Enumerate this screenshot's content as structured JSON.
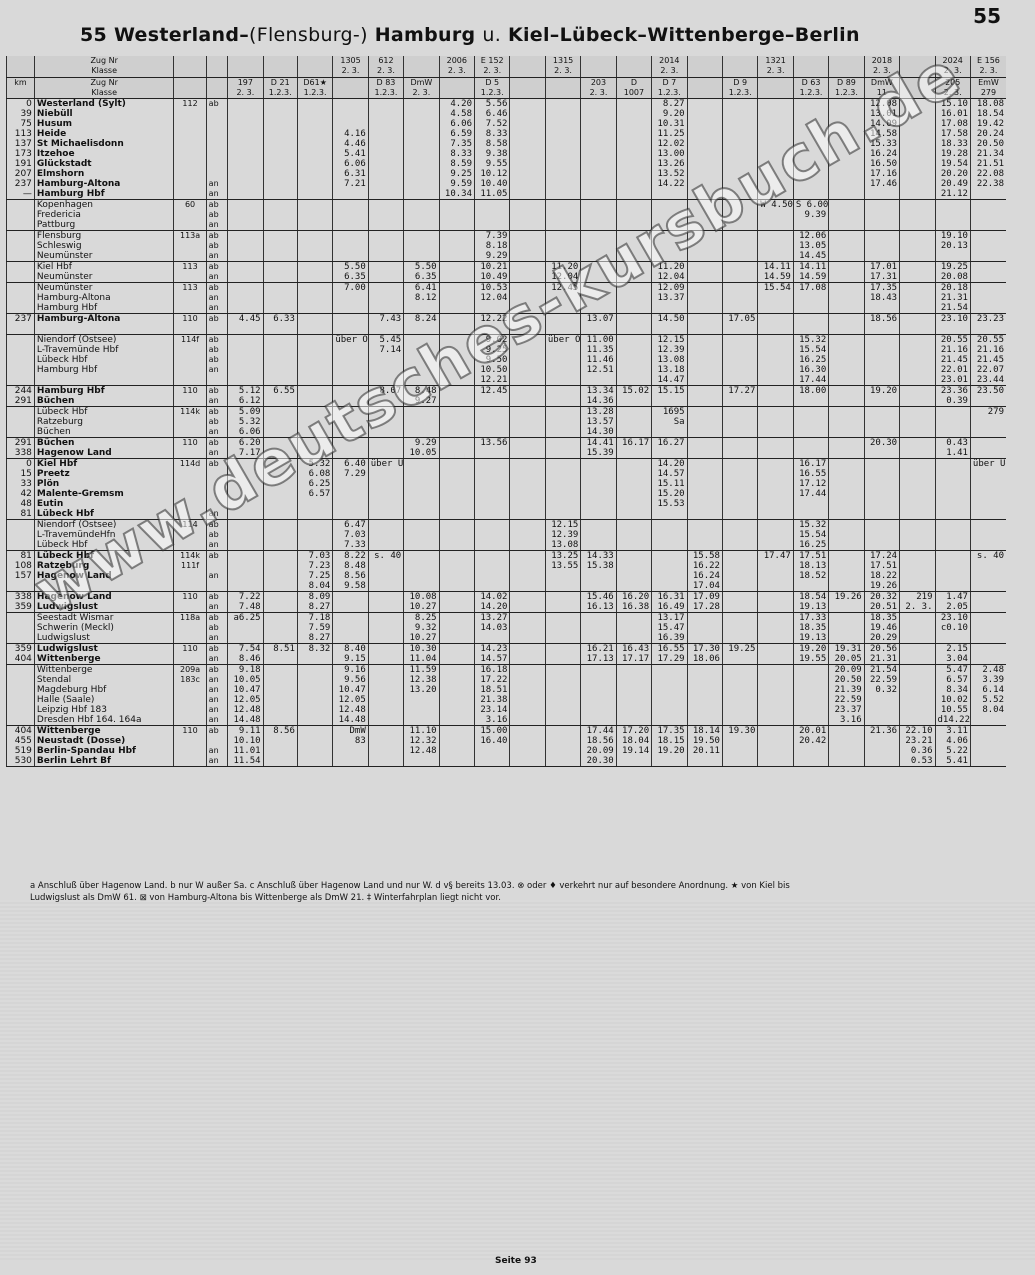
{
  "header": {
    "page_number": "55",
    "title_prefix": "55 Westerland–",
    "title_light": "(Flensburg-)",
    "title_main": "Hamburg",
    "title_conj": "u.",
    "title_rest": "Kiel–Lübeck–Wittenberge–Berlin"
  },
  "timetable": {
    "header_rows": [
      [
        "",
        "Zug Nr\nKlasse",
        "",
        "",
        "",
        "",
        "",
        "1305\n2. 3.",
        "612\n2. 3.",
        "",
        "2006\n2. 3.",
        "E 152\n2. 3.",
        "",
        "1315\n2. 3.",
        "",
        "",
        "2014\n2. 3.",
        "",
        "",
        "1321\n2. 3.",
        "",
        "",
        "2018\n2. 3.",
        "",
        "2024\n2. 3.",
        "E 156\n2. 3."
      ],
      [
        "km",
        "Zug Nr\nKlasse",
        "",
        "",
        "197\n2. 3.",
        "D 21\n1.2.3.",
        "D61★\n1.2.3.",
        "",
        "D 83\n1.2.3.",
        "DmW\n2. 3.",
        "",
        "D 5\n1.2.3.",
        "",
        "",
        "203\n2. 3.",
        "D\n1007",
        "D 7\n1.2.3.",
        "",
        "D 9\n1.2.3.",
        "",
        "D 63\n1.2.3.",
        "D 89\n1.2.3.",
        "DmW\n11",
        "",
        "205\n2. 3.",
        "EmW\n279"
      ]
    ],
    "rows": [
      [
        "0\n39\n75\n113\n137\n173\n191\n207\n237\n—",
        "Westerland (Sylt)\nNiebüll\nHusum\nHeide\nSt Michaelisdonn\nItzehoe\nGlückstadt\nElmshorn\nHamburg-Altona\nHamburg Hbf",
        "112",
        "ab\n\n\n\n\n\n\n\nan\nan",
        "",
        "",
        "",
        "\n\n\n4.16\n4.46\n5.41\n6.06\n6.31\n7.21",
        "",
        "",
        "4.20\n4.58\n6.06\n6.59\n7.35\n8.33\n8.59\n9.25\n9.59\n10.34",
        "5.56\n6.46\n7.52\n8.33\n8.58\n9.38\n9.55\n10.12\n10.40\n11.05",
        "",
        "",
        "",
        "",
        "8.27\n9.20\n10.31\n11.25\n12.02\n13.00\n13.26\n13.52\n14.22",
        "",
        "",
        "",
        "",
        "",
        "12.08\n13.01\n14.09\n14.58\n15.33\n16.24\n16.50\n17.16\n17.46",
        "",
        "15.10\n16.01\n17.08\n17.58\n18.33\n19.28\n19.54\n20.20\n20.49\n21.12",
        "18.08\n18.54\n19.42\n20.24\n20.50\n21.34\n21.51\n22.08\n22.38"
      ],
      [
        "",
        "Kopenhagen\nFredericia\nPattburg",
        "60",
        "ab\nab\nan",
        "",
        "",
        "",
        "",
        "",
        "",
        "",
        "",
        "",
        "",
        "",
        "",
        "",
        "",
        "",
        "W 4.50",
        "S 6.00\n9.39",
        "",
        "",
        "",
        "",
        ""
      ],
      [
        "",
        "Flensburg\nSchleswig\nNeumünster",
        "113a",
        "ab\nab\nan",
        "",
        "",
        "",
        "",
        "",
        "",
        "",
        "7.39\n8.18\n9.29",
        "",
        "",
        "",
        "",
        "",
        "",
        "",
        "",
        "12.06\n13.05\n14.45",
        "",
        "",
        "",
        "19.10\n20.13",
        ""
      ],
      [
        "",
        "Kiel Hbf\nNeumünster",
        "113",
        "ab\nan",
        "",
        "",
        "",
        "5.50\n6.35",
        "",
        "5.50\n6.35",
        "",
        "10.21\n10.49",
        "",
        "11.20\n12.04",
        "",
        "",
        "11.20\n12.04",
        "",
        "",
        "14.11\n14.59",
        "14.11\n14.59",
        "",
        "17.01\n17.31",
        "",
        "19.25\n20.08",
        ""
      ],
      [
        "",
        "Neumünster\nHamburg-Altona\nHamburg Hbf",
        "113",
        "ab\nan\nan",
        "",
        "",
        "",
        "7.00",
        "",
        "6.41\n8.12",
        "",
        "10.53\n12.04",
        "",
        "12.45",
        "",
        "",
        "12.09\n13.37",
        "",
        "",
        "15.54",
        "17.08",
        "",
        "17.35\n18.43",
        "",
        "20.18\n21.31\n21.54",
        ""
      ],
      [
        "237",
        "Hamburg-Altona",
        "110",
        "ab",
        "4.45",
        "6.33",
        "",
        "",
        "7.43",
        "8.24",
        "",
        "12.22",
        "",
        "",
        "13.07",
        "",
        "14.50",
        "",
        "17.05",
        "",
        "",
        "",
        "18.56",
        "",
        "23.10",
        "23.23"
      ],
      [
        "",
        "Niendorf (Ostsee)\nL-Travemünde Hbf\nLübeck Hbf\nHamburg Hbf",
        "114f",
        "ab\nab\nab\nan",
        "",
        "",
        "",
        "über Oldesloe",
        "5.45\n7.14",
        "",
        "",
        "9.02\n9.25\n9.50\n10.50\n12.21",
        "",
        "über Oldesloe",
        "11.00\n11.35\n11.46\n12.51",
        "",
        "12.15\n12.39\n13.08\n13.18\n14.47",
        "",
        "",
        "",
        "15.32\n15.54\n16.25\n16.30\n17.44",
        "",
        "",
        "",
        "20.55\n21.16\n21.45\n22.01\n23.01",
        "20.55\n21.16\n21.45\n22.07\n23.44"
      ],
      [
        "244\n291",
        "Hamburg Hbf\nBüchen",
        "110",
        "ab\nan",
        "5.12\n6.12",
        "6.55",
        "",
        "",
        "8.07",
        "8.48\n9.27",
        "",
        "12.45",
        "",
        "",
        "13.34\n14.36",
        "15.02",
        "15.15",
        "",
        "17.27",
        "",
        "18.00",
        "",
        "19.20",
        "",
        "23.36\n0.39",
        "23.50"
      ],
      [
        "",
        "Lübeck Hbf\nRatzeburg\nBüchen",
        "114k",
        "ab\nab\nan",
        "5.09\n5.32\n6.06",
        "",
        "",
        "",
        "",
        "",
        "",
        "",
        "",
        "",
        "13.28\n13.57\n14.30",
        "",
        "1695\nSa",
        "",
        "",
        "",
        "",
        "",
        "",
        "",
        "",
        "279"
      ],
      [
        "291\n338",
        "Büchen\nHagenow Land",
        "110",
        "ab\nan",
        "6.20\n7.17",
        "",
        "",
        "",
        "",
        "9.29\n10.05",
        "",
        "13.56",
        "",
        "",
        "14.41\n15.39",
        "16.17",
        "16.27",
        "",
        "",
        "",
        "",
        "",
        "20.30",
        "",
        "0.43\n1.41",
        ""
      ],
      [
        "0\n15\n33\n42\n48\n81",
        "Kiel Hbf\nPreetz\nPlön\nMalente-Gremsm\nEutin\nLübeck Hbf",
        "114d",
        "ab\n\n\n\n\nan",
        "",
        "",
        "5.32\n6.08\n6.25\n6.57",
        "6.40\n7.29",
        "über Uelzen",
        "",
        "",
        "",
        "",
        "",
        "",
        "",
        "14.20\n14.57\n15.11\n15.20\n15.53",
        "",
        "",
        "",
        "16.17\n16.55\n17.12\n17.44",
        "",
        "",
        "",
        "",
        "über Uelzen"
      ],
      [
        "",
        "Niendorf (Ostsee)\nL-TravemündeHfn\nLübeck Hbf",
        "114",
        "ab\nab\nan",
        "",
        "",
        "",
        "6.47\n7.03\n7.33",
        "",
        "",
        "",
        "",
        "",
        "12.15\n12.39\n13.08",
        "",
        "",
        "",
        "",
        "",
        "",
        "15.32\n15.54\n16.25",
        "",
        "",
        "",
        "",
        ""
      ],
      [
        "81\n108\n157",
        "Lübeck Hbf\nRatzeburg\nHagenow Land",
        "114k\n111f",
        "ab\n\nan",
        "",
        "",
        "7.03\n7.23\n7.25\n8.04",
        "8.22\n8.48\n8.56\n9.58",
        "s. 40",
        "",
        "",
        "",
        "",
        "13.25\n13.55",
        "14.33\n15.38",
        "",
        "",
        "15.58\n16.22\n16.24\n17.04",
        "",
        "17.47",
        "17.51\n18.13\n18.52",
        "",
        "17.24\n17.51\n18.22\n19.26",
        "",
        "",
        "s. 40"
      ],
      [
        "338\n359",
        "Hagenow Land\nLudwigslust",
        "110",
        "ab\nan",
        "7.22\n7.48",
        "",
        "8.09\n8.27",
        "",
        "",
        "10.08\n10.27",
        "",
        "14.02\n14.20",
        "",
        "",
        "15.46\n16.13",
        "16.20\n16.38",
        "16.31\n16.49",
        "17.09\n17.28",
        "",
        "",
        "18.54\n19.13",
        "19.26",
        "20.32\n20.51",
        "219\n2. 3.",
        "1.47\n2.05",
        ""
      ],
      [
        "",
        "Seestadt Wismar\nSchwerin (Meckl)\nLudwigslust",
        "118a",
        "ab\nab\nan",
        "a6.25",
        "",
        "7.18\n7.59\n8.27",
        "",
        "",
        "8.25\n9.32\n10.27",
        "",
        "13.27\n14.03",
        "",
        "",
        "",
        "",
        "13.17\n15.47\n16.39",
        "",
        "",
        "",
        "17.33\n18.35\n19.13",
        "",
        "18.35\n19.46\n20.29",
        "",
        "23.10\nc0.10",
        ""
      ],
      [
        "359\n404",
        "Ludwigslust\nWittenberge",
        "110",
        "ab\nan",
        "7.54\n8.46",
        "8.51",
        "8.32",
        "8.40\n9.15",
        "",
        "10.30\n11.04",
        "",
        "14.23\n14.57",
        "",
        "",
        "16.21\n17.13",
        "16.43\n17.17",
        "16.55\n17.29",
        "17.30\n18.06",
        "19.25",
        "",
        "19.20\n19.55",
        "19.31\n20.05",
        "20.56\n21.31",
        "",
        "2.15\n3.04",
        ""
      ],
      [
        "",
        "Wittenberge\nStendal\nMagdeburg Hbf\nHalle (Saale)\nLeipzig Hbf 183\nDresden Hbf 164. 164a",
        "209a\n183c",
        "ab\nan\nan\nan\nan\nan",
        "9.18\n10.05\n10.47\n12.05\n12.48\n14.48",
        "",
        "",
        "9.16\n9.56\n10.47\n12.05\n12.48\n14.48",
        "",
        "11.59\n12.38\n13.20",
        "",
        "16.18\n17.22\n18.51\n21.38\n23.14\n3.16",
        "",
        "",
        "",
        "",
        "",
        "",
        "",
        "",
        "",
        "20.09\n20.50\n21.39\n22.59\n23.37\n3.16",
        "21.54\n22.59\n0.32",
        "",
        "5.47\n6.57\n8.34\n10.02\n10.55\nd14.22",
        "2.48\n3.39\n6.14\n5.52\n8.04"
      ],
      [
        "404\n455\n519\n530",
        "Wittenberge\nNeustadt (Dosse)\nBerlin-Spandau Hbf\nBerlin Lehrt Bf",
        "110",
        "ab\n\nan\nan",
        "9.11\n10.10\n11.01\n11.54",
        "8.56",
        "",
        "DmW\n83",
        "",
        "11.10\n12.32\n12.48",
        "",
        "15.00\n16.40",
        "",
        "",
        "17.44\n18.56\n20.09\n20.30",
        "17.20\n18.04\n19.14",
        "17.35\n18.15\n19.20",
        "18.14\n19.50\n20.11",
        "19.30",
        "",
        "20.01\n20.42",
        "",
        "21.36",
        "22.10\n23.21\n0.36\n0.53",
        "3.11\n4.06\n5.22\n5.41",
        ""
      ]
    ]
  },
  "footnotes": {
    "line1": "a Anschluß über Hagenow Land.   b nur W außer Sa.   c Anschluß über Hagenow Land und nur W.   d v§ bereits 13.03.   ⊗ oder ♦ verkehrt nur auf besondere Anordnung.   ★ von Kiel bis",
    "line2": "Ludwigslust als DmW 61.   ⊠ von Hamburg-Altona bis Wittenberge als DmW 21.   ‡ Winterfahrplan liegt nicht vor."
  },
  "watermark": "www.deutsches-kursbuch.de",
  "footer": {
    "page_label": "Seite 93"
  }
}
